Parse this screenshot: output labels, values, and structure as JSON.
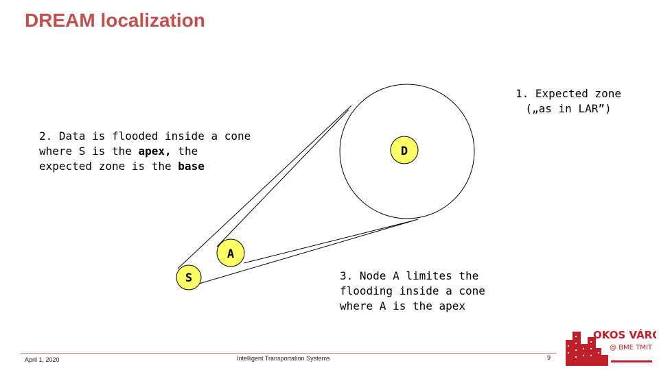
{
  "title": "DREAM localization",
  "notes": {
    "expected_zone_line1": "1. Expected zone",
    "expected_zone_line2": "(„as in LAR”)",
    "cone_line1": "2. Data is flooded inside a cone",
    "cone_line2_pre": "where S is the ",
    "cone_line2_bold": "apex,",
    "cone_line2_post": " the",
    "cone_line3_pre": "expected zone is the ",
    "cone_line3_bold": "base",
    "nodeA_line1": "3. Node A limites the",
    "nodeA_line2": "flooding inside a cone",
    "nodeA_line3": "where A is the apex"
  },
  "nodes": {
    "S": "S",
    "A": "A",
    "D": "D"
  },
  "colors": {
    "title": "#c0504d",
    "node_fill": "#ffff66",
    "footer_line": "#e07060"
  },
  "footer": {
    "date": "April 1, 2020",
    "course": "Intelligent Transportation Systems",
    "page": "9"
  },
  "logo": {
    "text_line1": "OKOS VÁROS",
    "text_line2": "@ BME TMIT"
  }
}
